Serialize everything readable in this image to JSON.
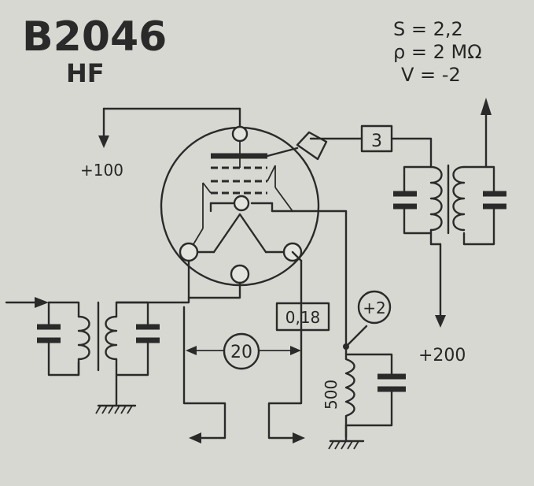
{
  "header": {
    "tube_name": "B2046",
    "tube_type": "HF"
  },
  "specs": {
    "slope": "S = 2,2",
    "resistance": "ρ = 2 MΩ",
    "grid_voltage": "V = -2"
  },
  "labels": {
    "screen_voltage": "+100",
    "plate_voltage": "+200",
    "cathode_voltage": "+2",
    "plate_pin": "3",
    "heater_current": "0,18",
    "heater_voltage": "20",
    "cathode_resistor": "500"
  },
  "colors": {
    "background": "#d8d8d3",
    "ink": "#2a2a2a"
  }
}
